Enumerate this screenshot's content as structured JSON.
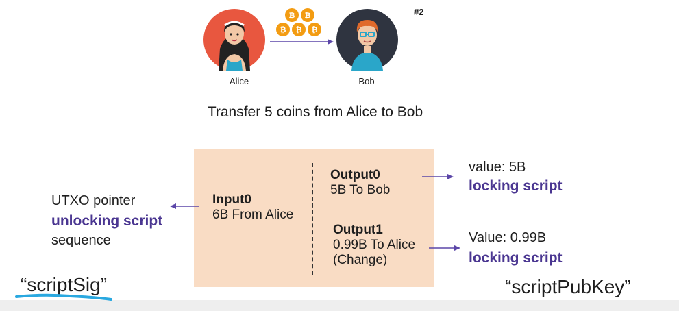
{
  "slide_number": "#2",
  "people": {
    "alice": {
      "name": "Alice"
    },
    "bob": {
      "name": "Bob"
    }
  },
  "title": "Transfer 5 coins from Alice to Bob",
  "coin_symbol": "₿",
  "coin_count": 5,
  "colors": {
    "box_fill": "#f9dcc4",
    "accent_purple": "#4a3691",
    "arrow_purple": "#5b46a8",
    "alice_bg": "#e8573f",
    "bob_bg": "#2f3440",
    "coin": "#f39c12",
    "underline_blue": "#29a8e0"
  },
  "transaction": {
    "input": {
      "title": "Input0",
      "detail": "6B From Alice"
    },
    "outputs": [
      {
        "title": "Output0",
        "detail": "5B To Bob"
      },
      {
        "title": "Output1",
        "detail": "0.99B To Alice",
        "note": "(Change)"
      }
    ]
  },
  "input_fields": {
    "line1": "UTXO pointer",
    "line2": "unlocking script",
    "line3": "sequence"
  },
  "output_fields": [
    {
      "value": "value: 5B",
      "script": "locking script"
    },
    {
      "value": "Value: 0.99B",
      "script": "locking script"
    }
  ],
  "script_sig": "“scriptSig”",
  "script_pubkey": "“scriptPubKey”"
}
